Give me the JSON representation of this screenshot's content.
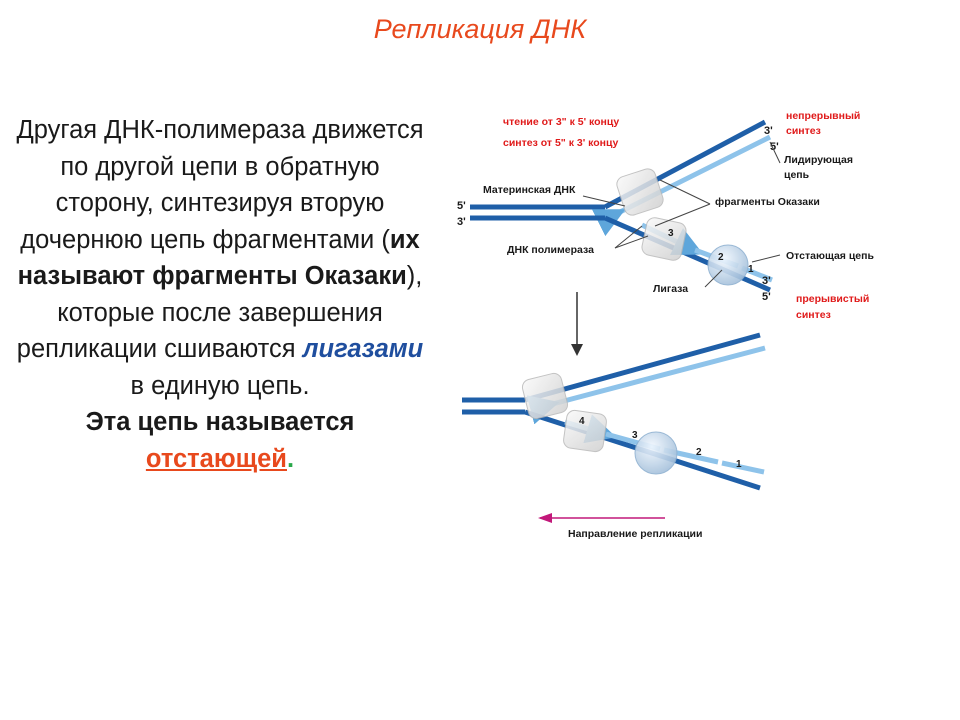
{
  "title": "Репликация ДНК",
  "text": {
    "p1": "Другая ДНК-полимераза движется по другой цепи в обратную сторону, синтезируя вторую дочернюю цепь фрагментами (",
    "bold1": "их называют фрагменты Оказаки",
    "p2": "), которые после завершения репликации сшиваются ",
    "ligases": "лигазами",
    "p3": " в единую цепь.",
    "bold2": "Эта цепь называется ",
    "lagging": "отстающей",
    "dot": "."
  },
  "diagram": {
    "reading_label": "чтение от 3\" к 5' концу",
    "synthesis_label": "синтез от 5\" к 3' концу",
    "parent_dna": "Материнская ДНК",
    "okazaki_fragments": "фрагменты Оказаки",
    "dna_polymerase": "ДНК полимераза",
    "ligase": "Лигаза",
    "continuous_synthesis": [
      "непрерывный",
      "синтез"
    ],
    "leading_strand": [
      "Лидирующая",
      "цепь"
    ],
    "lagging_strand": "Отстающая цепь",
    "discontinuous_synthesis": [
      "прерывистый",
      "синтез"
    ],
    "replication_direction": "Направление репликации",
    "ends": {
      "left_top": "5'",
      "left_bottom": "3'",
      "tr_top": "3'",
      "tr_bottom": "5'",
      "br_top": "3'",
      "br_bottom": "5'"
    },
    "fragment_numbers_top": [
      "3",
      "2",
      "1"
    ],
    "fragment_numbers_bottom": [
      "4",
      "3",
      "2",
      "1"
    ],
    "colors": {
      "dark_strand": "#1f5fa8",
      "light_strand": "#8ec3ea",
      "arrow": "#c2187a",
      "highlight": "#e8491d"
    }
  }
}
